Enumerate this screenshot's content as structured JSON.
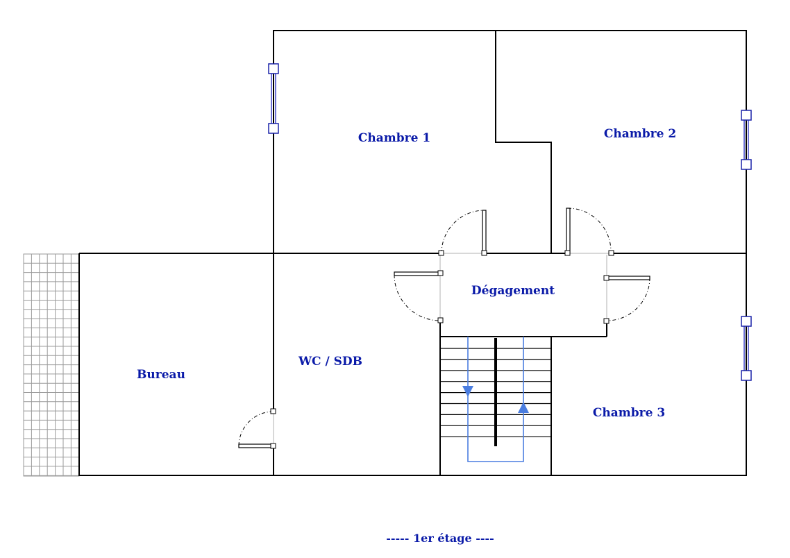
{
  "plan": {
    "rooms": {
      "chambre1": "Chambre 1",
      "chambre2": "Chambre 2",
      "chambre3": "Chambre 3",
      "degagement": "Dégagement",
      "wc_sdb": "WC / SDB",
      "bureau": "Bureau"
    },
    "caption": "----- 1er étage ----",
    "colors": {
      "label": "#0a1aa8",
      "window": "#6f74d8",
      "stair_flow": "#4a7de0",
      "wall": "#000000"
    }
  }
}
